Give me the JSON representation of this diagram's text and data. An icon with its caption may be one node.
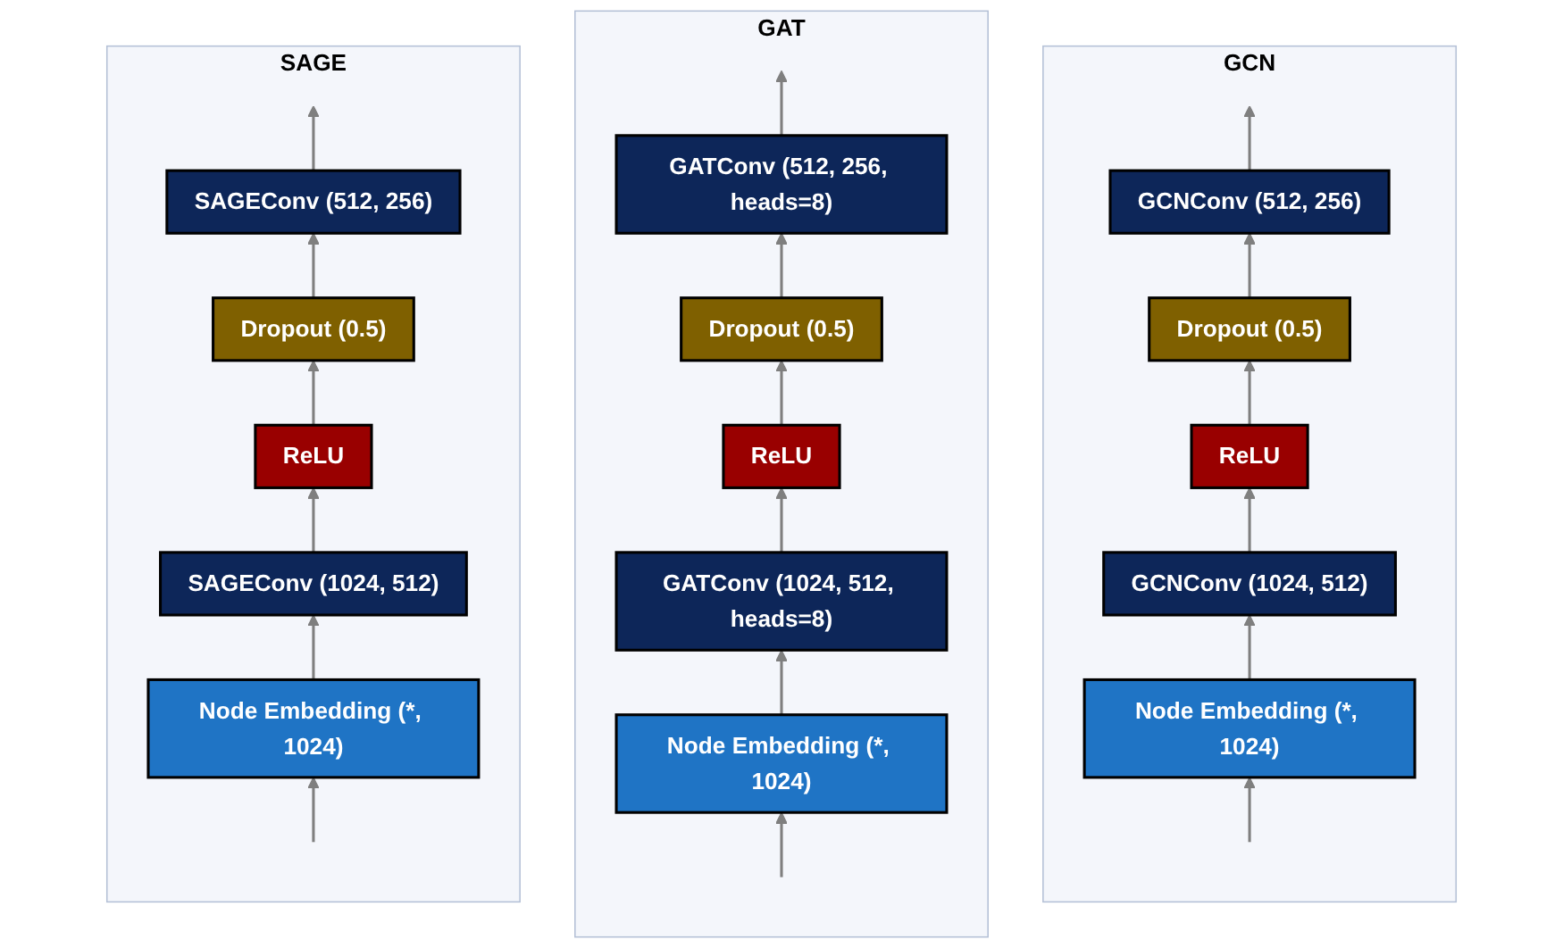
{
  "diagram": {
    "nodes": [
      {
        "text": [
          "GCN"
        ]
      },
      {
        "text": [
          "GCNConv (512, 256)"
        ],
        "in": 0
      },
      {
        "text": [
          "Dropout (0.5)"
        ],
        "in": 0
      },
      {
        "text": [
          "ReLU"
        ],
        "in": 0
      },
      {
        "text": [
          "GCNConv (1024, 512)"
        ],
        "in": 0
      },
      {
        "text": [
          "Node Embedding (*, 1024)"
        ],
        "in": 0
      },
      {
        "text": [
          "GAT"
        ]
      },
      {
        "text": [
          "GATConv (512, 256, heads=8)"
        ],
        "in": 6
      },
      {
        "text": [
          "Dropout (0.5)"
        ],
        "in": 6
      },
      {
        "text": [
          "ReLU"
        ],
        "in": 6
      },
      {
        "text": [
          "GATConv (1024, 512, heads=8)"
        ],
        "in": 6
      },
      {
        "text": [
          "Node Embedding (*, 1024)"
        ],
        "in": 6
      },
      {
        "text": [
          "SAGE"
        ]
      },
      {
        "text": [
          "SAGEConv (512, 256)"
        ],
        "in": 12
      },
      {
        "text": [
          "Dropout (0.5)"
        ],
        "in": 12
      },
      {
        "text": [
          "ReLU"
        ],
        "in": 12
      },
      {
        "text": [
          "SAGEConv (1024, 512)"
        ],
        "in": 12
      },
      {
        "text": [
          "Node Embedding (*, 1024)"
        ],
        "in": 12
      }
    ],
    "edges": [
      {
        "from": null,
        "to": 5,
        "arrow": "to"
      },
      {
        "from": 5,
        "to": 4,
        "arrow": "to"
      },
      {
        "from": 4,
        "to": 3,
        "arrow": "to"
      },
      {
        "from": 3,
        "to": 2,
        "arrow": "to"
      },
      {
        "from": 2,
        "to": 1,
        "arrow": "to"
      },
      {
        "from": 1,
        "to": null,
        "arrow": "to"
      },
      {
        "from": null,
        "to": 11,
        "arrow": "to"
      },
      {
        "from": 11,
        "to": 10,
        "arrow": "to"
      },
      {
        "from": 10,
        "to": 9,
        "arrow": "to"
      },
      {
        "from": 9,
        "to": 8,
        "arrow": "to"
      },
      {
        "from": 8,
        "to": 7,
        "arrow": "to"
      },
      {
        "from": 7,
        "to": null,
        "arrow": "to"
      },
      {
        "from": null,
        "to": 17,
        "arrow": "to"
      },
      {
        "from": 17,
        "to": 16,
        "arrow": "to"
      },
      {
        "from": 16,
        "to": 15,
        "arrow": "to"
      },
      {
        "from": 15,
        "to": 14,
        "arrow": "to"
      },
      {
        "from": 14,
        "to": 13,
        "arrow": "to"
      },
      {
        "from": 13,
        "to": null,
        "arrow": "to"
      }
    ]
  }
}
